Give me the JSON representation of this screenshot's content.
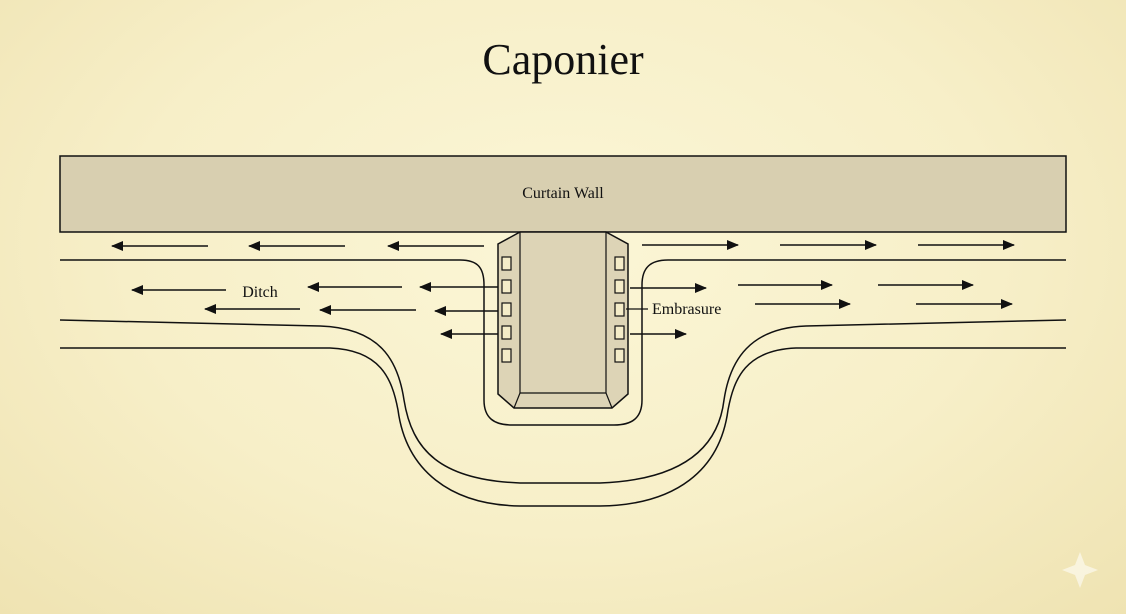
{
  "title": "Caponier",
  "labels": {
    "curtain_wall": "Curtain Wall",
    "ditch": "Ditch",
    "embrasure": "Embrasure"
  },
  "colors": {
    "background": "#f7efc8",
    "wall_fill": "#d8cfb0",
    "caponier_fill": "#ddd4b6",
    "stroke": "#111111"
  },
  "icons": [
    "fire-arrow-icon",
    "embrasure-slot-icon",
    "sparkle-icon"
  ]
}
